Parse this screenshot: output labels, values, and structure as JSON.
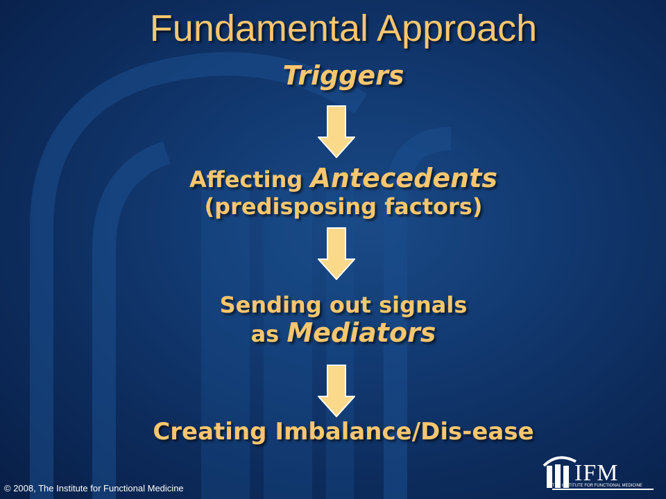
{
  "slide": {
    "title": "Fundamental Approach",
    "steps": {
      "triggers": "Triggers",
      "antecedents_prefix": "Affecting ",
      "antecedents_emphasis": "Antecedents",
      "antecedents_line2": "(predisposing factors)",
      "mediators_line1": "Sending out signals",
      "mediators_prefix": "as ",
      "mediators_emphasis": "Mediators",
      "imbalance": "Creating Imbalance/Dis-ease"
    },
    "footer": "© 2008, The Institute for Functional Medicine",
    "logo": {
      "text": "IFM",
      "subtext": "THE INSTITUTE FOR FUNCTIONAL MEDICINE"
    }
  },
  "colors": {
    "background": "#123a72",
    "accent_text": "#f7c66e",
    "arrow_fill": "#fbd98a",
    "arrow_stroke": "#ffffff",
    "footer_text": "#ffffff"
  },
  "icons": [
    "down-arrow-icon",
    "ifm-columns-logo-icon"
  ]
}
